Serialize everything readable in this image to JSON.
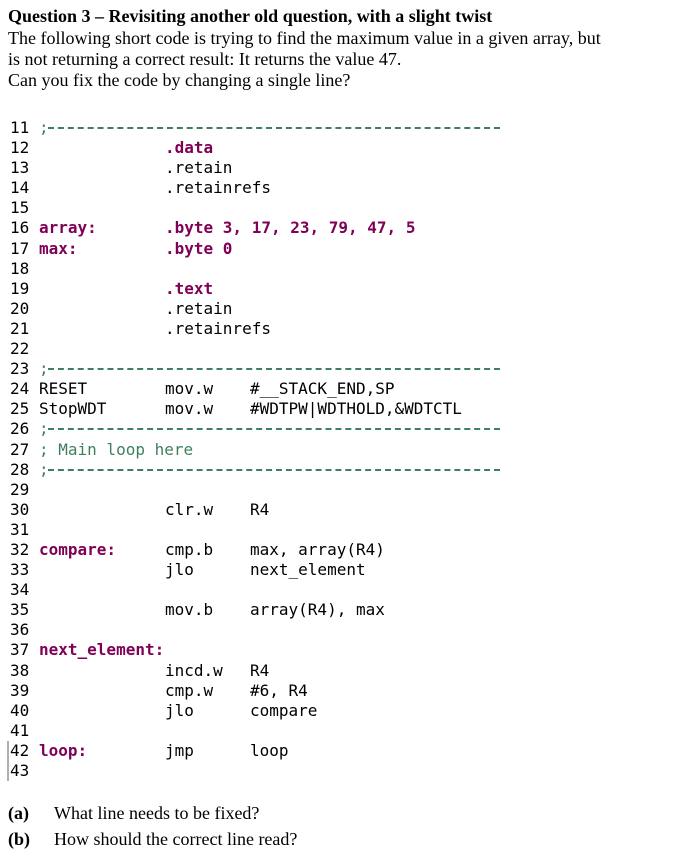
{
  "header": {
    "title": "Question 3 – Revisiting another old question, with a slight twist",
    "line1": "The following short code is trying to find the maximum value in a given array, but",
    "line2": "is not returning a correct result: It returns the value 47.",
    "line3": "Can you fix the code by changing a single line?"
  },
  "code": [
    {
      "n": "11",
      "sep": true,
      "text": ";"
    },
    {
      "n": "12",
      "op": ".data",
      "dir": true
    },
    {
      "n": "13",
      "op": ".retain"
    },
    {
      "n": "14",
      "op": ".retainrefs"
    },
    {
      "n": "15"
    },
    {
      "n": "16",
      "label": "array:",
      "op": ".byte 3, 17, 23, 79, 47, 5",
      "dir": true
    },
    {
      "n": "17",
      "label": "max:",
      "op": ".byte 0",
      "dir": true
    },
    {
      "n": "18"
    },
    {
      "n": "19",
      "op": ".text",
      "dir": true
    },
    {
      "n": "20",
      "op": ".retain"
    },
    {
      "n": "21",
      "op": ".retainrefs"
    },
    {
      "n": "22"
    },
    {
      "n": "23",
      "sep": true,
      "text": ";"
    },
    {
      "n": "24",
      "label": "RESET",
      "plain": true,
      "op": "mov.w",
      "arg": "#__STACK_END,SP"
    },
    {
      "n": "25",
      "label": "StopWDT",
      "plain": true,
      "op": "mov.w",
      "arg": "#WDTPW|WDTHOLD,&WDTCTL"
    },
    {
      "n": "26",
      "sep": true,
      "text": ";"
    },
    {
      "n": "27",
      "comment": "; Main loop here"
    },
    {
      "n": "28",
      "sep": true,
      "text": ";"
    },
    {
      "n": "29"
    },
    {
      "n": "30",
      "op": "clr.w",
      "arg": "R4"
    },
    {
      "n": "31"
    },
    {
      "n": "32",
      "label": "compare:",
      "op": "cmp.b",
      "arg": "max, array(R4)"
    },
    {
      "n": "33",
      "op": "jlo",
      "arg": "next_element"
    },
    {
      "n": "34"
    },
    {
      "n": "35",
      "op": "mov.b",
      "arg": "array(R4), max"
    },
    {
      "n": "36"
    },
    {
      "n": "37",
      "label": "next_element:"
    },
    {
      "n": "38",
      "op": "incd.w",
      "arg": "R4"
    },
    {
      "n": "39",
      "op": "cmp.w",
      "arg": "#6, R4"
    },
    {
      "n": "40",
      "op": "jlo",
      "arg": "compare"
    },
    {
      "n": "41"
    },
    {
      "n": "42",
      "label": "loop:",
      "op": "jmp",
      "arg": "loop",
      "bar": true
    },
    {
      "n": "43",
      "bar": true
    }
  ],
  "footer": {
    "a_label": "(a)",
    "a_text": "What line needs to be fixed?",
    "b_label": "(b)",
    "b_text": "How should the correct line read?"
  }
}
